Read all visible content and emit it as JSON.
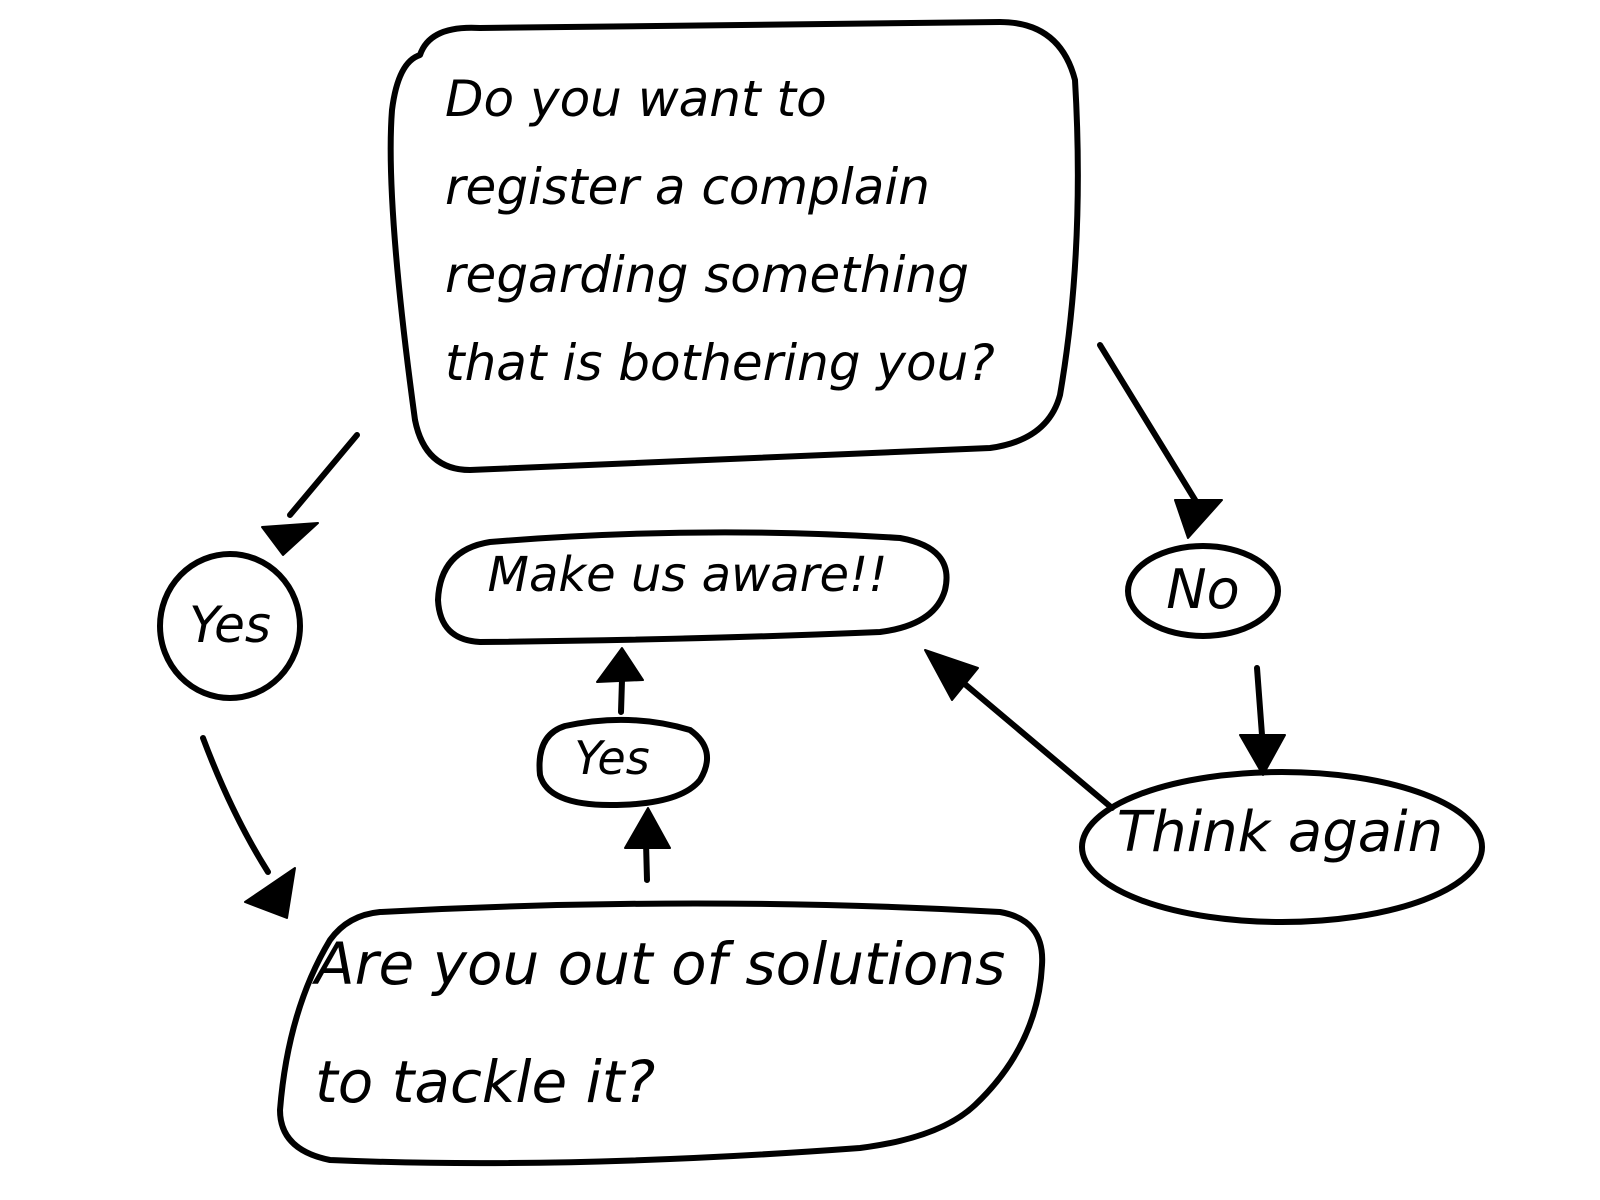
{
  "nodes": {
    "question": "Do you want to register a complain regarding something that is bothering you?",
    "yes_left": "Yes",
    "no": "No",
    "make_aware": "Make us aware!!",
    "yes_middle": "Yes",
    "think_again": "Think again",
    "out_of_solutions": "Are you out of solutions to tackle it?"
  },
  "edges": [
    {
      "from": "question",
      "to": "yes_left"
    },
    {
      "from": "question",
      "to": "no"
    },
    {
      "from": "yes_left",
      "to": "out_of_solutions"
    },
    {
      "from": "out_of_solutions",
      "to": "yes_middle"
    },
    {
      "from": "yes_middle",
      "to": "make_aware"
    },
    {
      "from": "no",
      "to": "think_again"
    },
    {
      "from": "think_again",
      "to": "make_aware"
    }
  ],
  "colors": {
    "ink": "#000000",
    "background": "#ffffff"
  }
}
